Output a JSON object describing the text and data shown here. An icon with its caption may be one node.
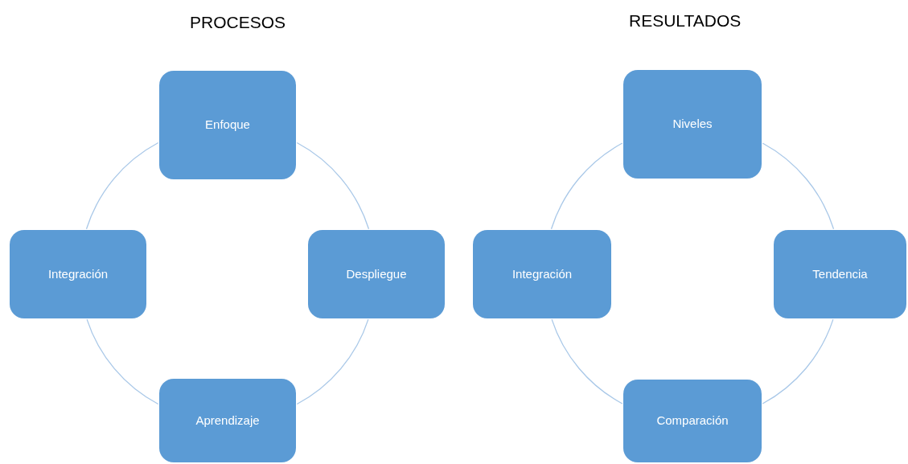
{
  "diagram": {
    "nodes": [
      {
        "text": [
          "Enfoque"
        ]
      },
      {
        "text": [
          "Despliegue"
        ]
      },
      {
        "text": [
          "Aprendizaje"
        ]
      },
      {
        "text": [
          "Integración"
        ]
      },
      {
        "text": [
          "Niveles"
        ]
      },
      {
        "text": [
          "Tendencia"
        ]
      },
      {
        "text": [
          "Comparación"
        ]
      },
      {
        "text": [
          "Integración"
        ]
      }
    ],
    "edges": [
      {
        "from": 0,
        "to": 1,
        "arrow": "none"
      },
      {
        "from": 1,
        "to": 2,
        "arrow": "none"
      },
      {
        "from": 2,
        "to": 3,
        "arrow": "none"
      },
      {
        "from": 3,
        "to": 0,
        "arrow": "none"
      },
      {
        "from": 4,
        "to": 5,
        "arrow": "none"
      },
      {
        "from": 5,
        "to": 6,
        "arrow": "none"
      },
      {
        "from": 6,
        "to": 7,
        "arrow": "none"
      },
      {
        "from": 7,
        "to": 4,
        "arrow": "none"
      }
    ],
    "labels": [
      "PROCESOS",
      "RESULTADOS"
    ]
  }
}
